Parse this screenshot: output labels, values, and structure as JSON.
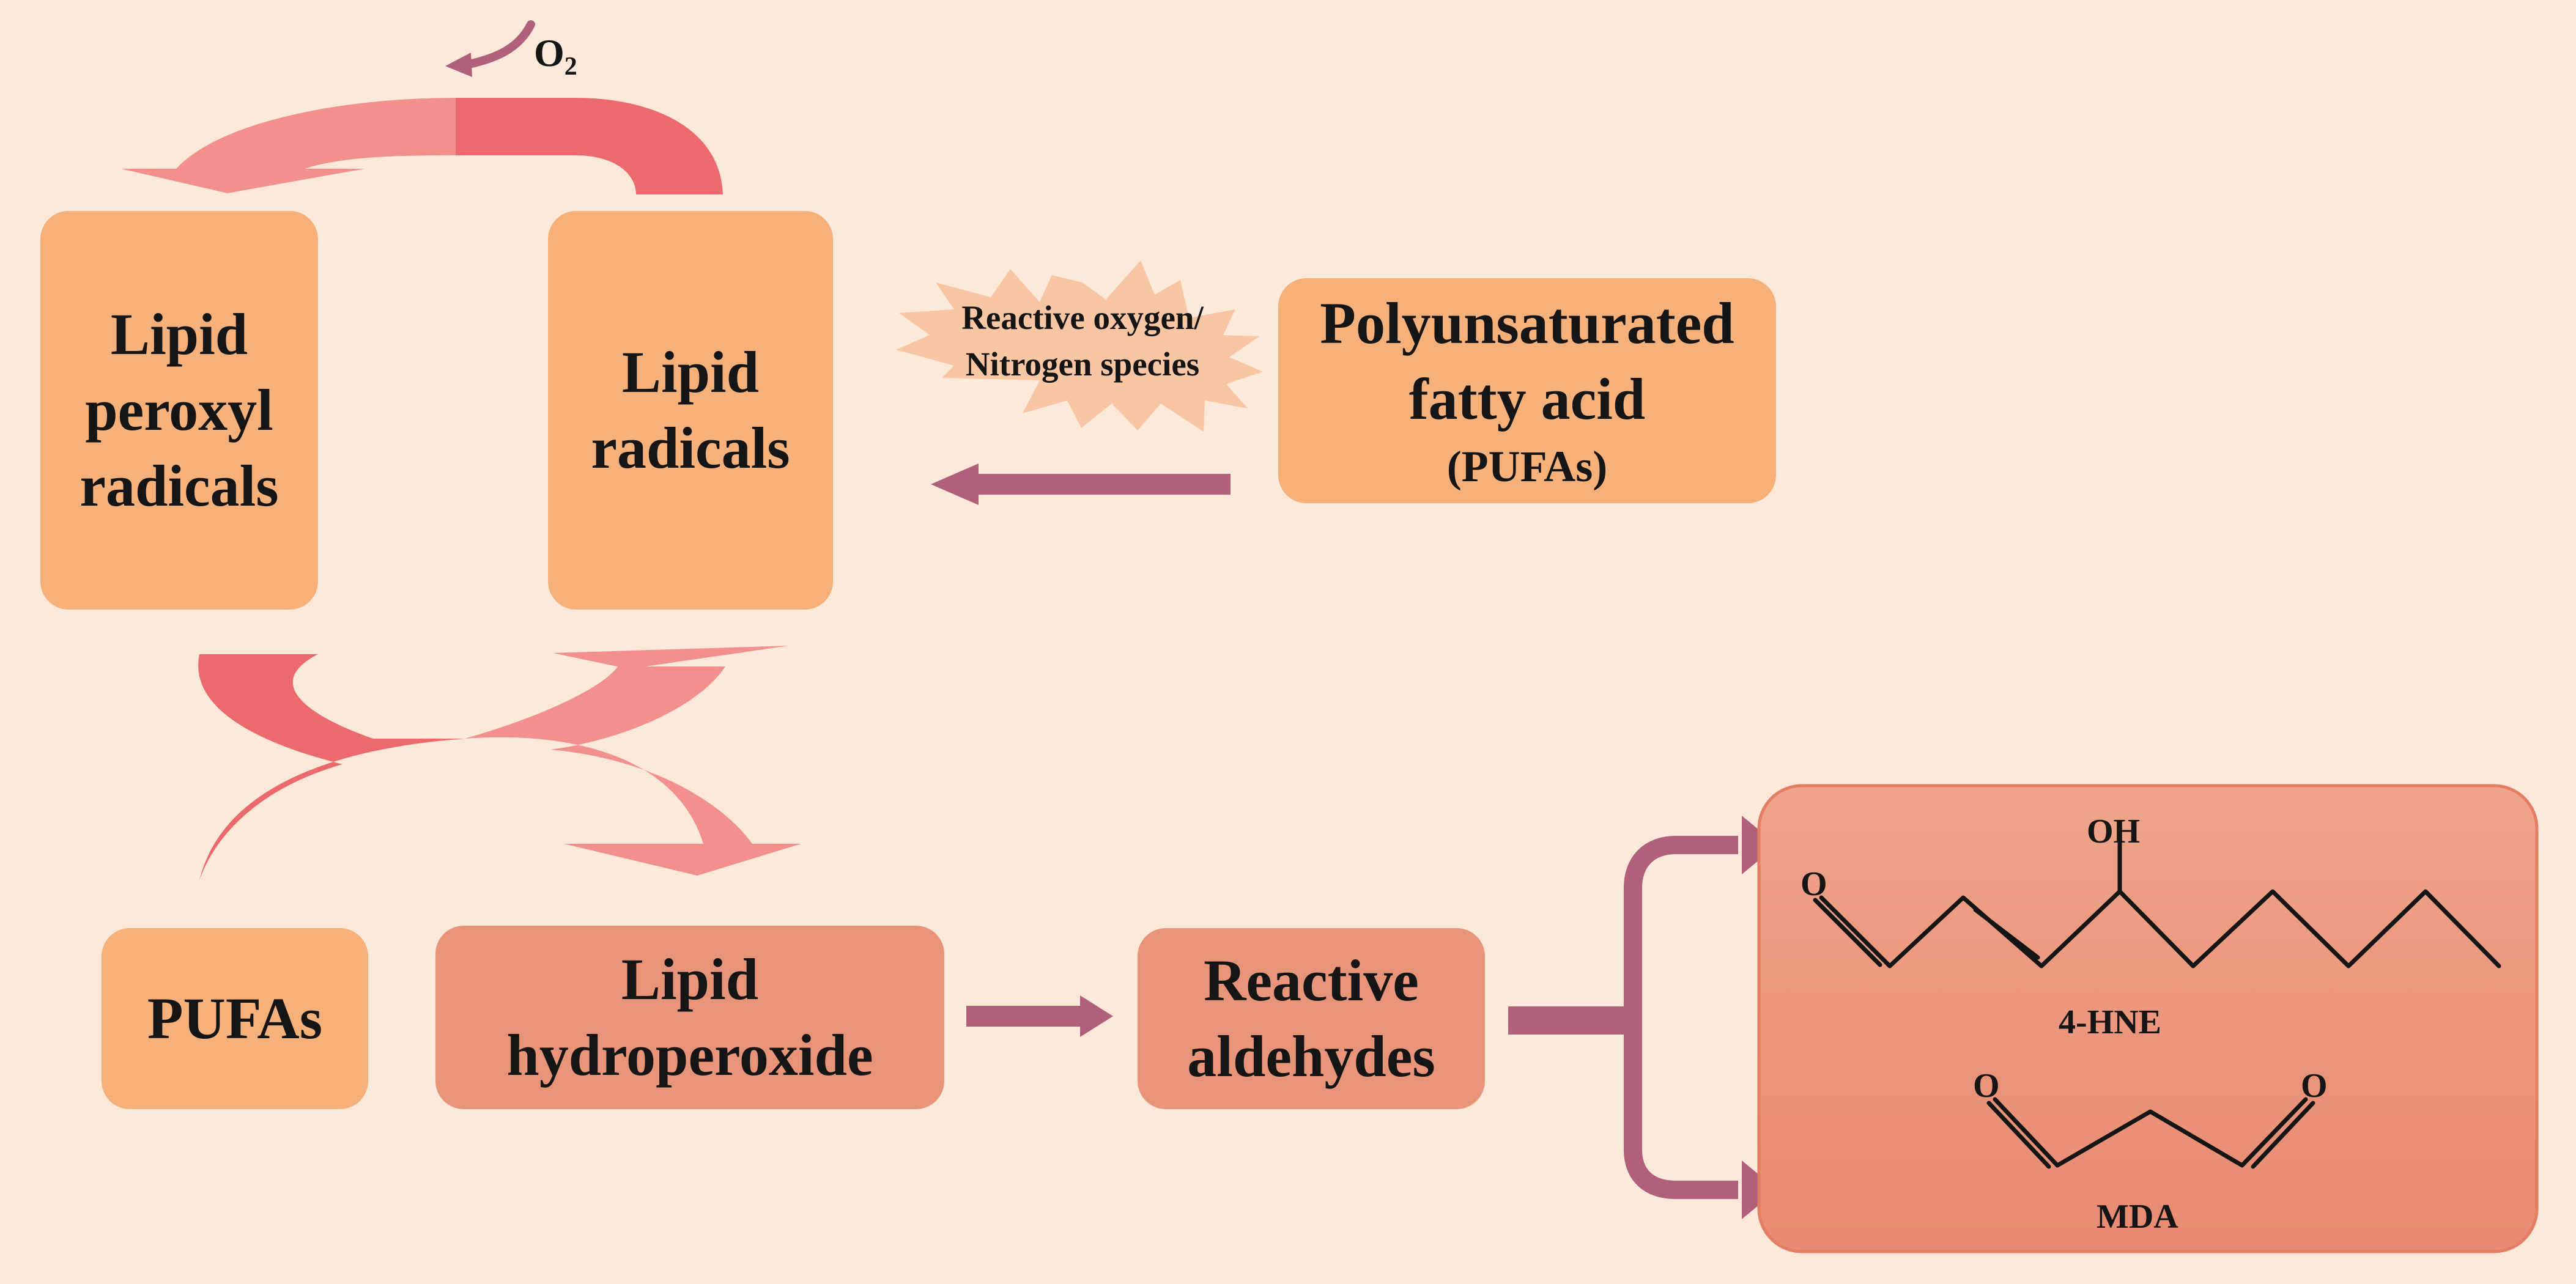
{
  "o2_label": {
    "main": "O",
    "sub": "2"
  },
  "boxes": {
    "lipid_peroxyl": [
      "Lipid",
      "peroxyl",
      "radicals"
    ],
    "lipid_radicals": [
      "Lipid",
      "radicals"
    ],
    "pufa_source": [
      "Polyunsaturated",
      "fatty acid",
      "(PUFAs)"
    ],
    "pufas": [
      "PUFAs"
    ],
    "lipid_hydroperoxide": [
      "Lipid",
      "hydroperoxide"
    ],
    "reactive_aldehydes": [
      "Reactive",
      "aldehydes"
    ]
  },
  "ros_burst": [
    "Reactive oxygen/",
    "Nitrogen species"
  ],
  "products": {
    "hne": {
      "label": "4-HNE",
      "oh": "OH",
      "o": "O"
    },
    "mda": {
      "label": "MDA",
      "o_left": "O",
      "o_right": "O"
    }
  },
  "colors": {
    "background": "#fde9da",
    "box_orange": "#f6b07a",
    "box_salmon": "#e89479",
    "arrow_mauve": "#b0607a",
    "cycle_red": "#ec6a6d",
    "cycle_pink": "#f2908e",
    "burst": "#f9c6a3"
  }
}
